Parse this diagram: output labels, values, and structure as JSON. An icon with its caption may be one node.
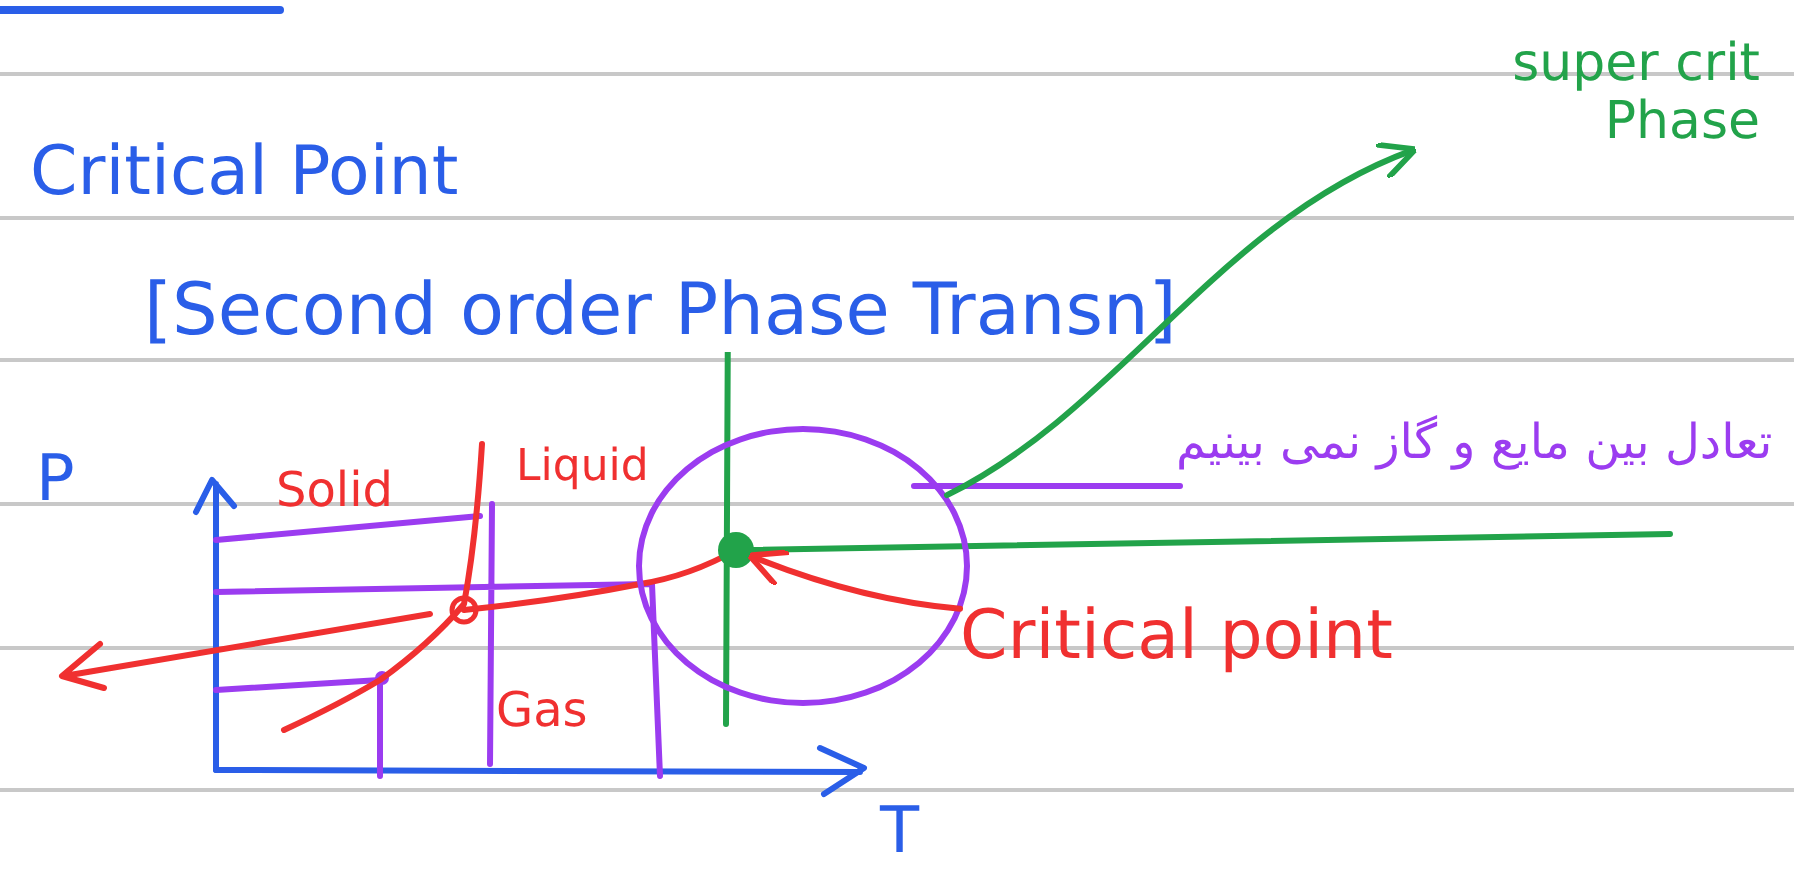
{
  "diagram": {
    "nodes": [
      {
        "text": [
          "super crit Phase"
        ]
      },
      {
        "text": [],
        "shape": "circle"
      },
      {
        "text": [
          "Critical point"
        ]
      },
      {
        "text": [],
        "shape": "circle",
        "in": 1
      }
    ],
    "edges": [
      {
        "from": 1,
        "to": 0,
        "arrow": "to",
        "color": "#22a34a"
      },
      {
        "from": 2,
        "to": 3,
        "arrow": "to",
        "color": "#f03030"
      }
    ],
    "labels": [
      "Critical Point",
      "[Second order Phase Transn]",
      "P",
      "Solid",
      "Liquid",
      "تعادل بین مایع و گاز نمی بینیم",
      "Gas",
      "T"
    ]
  }
}
